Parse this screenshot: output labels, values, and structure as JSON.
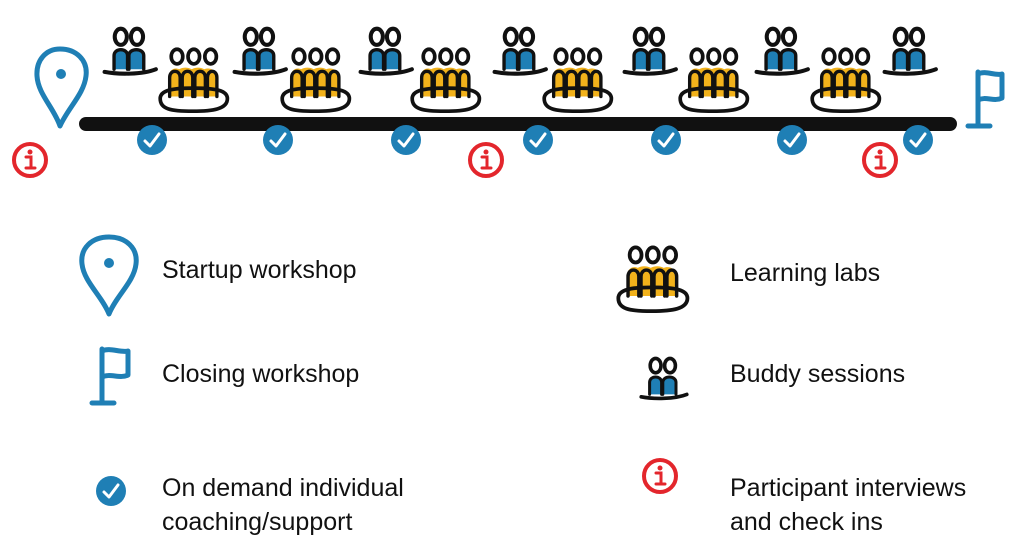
{
  "colors": {
    "blue": "#1f7fb5",
    "yellow": "#f2b21b",
    "red": "#e3262c",
    "black": "#111111"
  },
  "timeline": {
    "icons": [
      "location-pin-icon",
      "learning-lab-icon",
      "buddy-session-icon",
      "check-icon",
      "info-icon",
      "flag-icon"
    ]
  },
  "legend": {
    "startup": {
      "label": "Startup workshop",
      "icon": "location-pin-icon"
    },
    "closing": {
      "label": "Closing workshop",
      "icon": "flag-icon"
    },
    "coaching": {
      "label_line1": "On demand individual",
      "label_line2": "coaching/support",
      "icon": "check-icon"
    },
    "labs": {
      "label": "Learning labs",
      "icon": "learning-lab-icon"
    },
    "buddy": {
      "label": "Buddy sessions",
      "icon": "buddy-session-icon"
    },
    "interviews": {
      "label_line1": "Participant interviews",
      "label_line2": "and check ins",
      "icon": "info-icon"
    }
  }
}
